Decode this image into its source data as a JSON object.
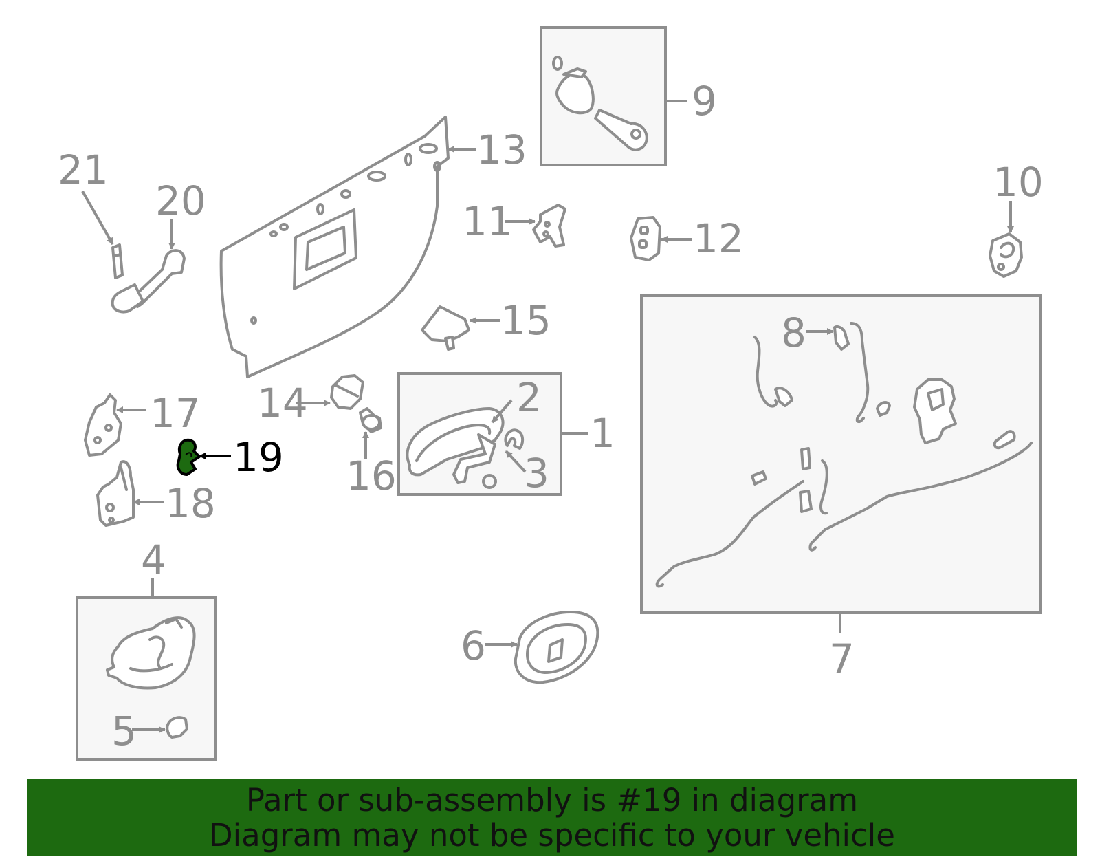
{
  "diagram": {
    "highlighted_part": "19",
    "highlight_color": "#1d6a10",
    "line_color": "#8e8e8e",
    "callouts": {
      "c1": "1",
      "c2": "2",
      "c3": "3",
      "c4": "4",
      "c5": "5",
      "c6": "6",
      "c7": "7",
      "c8": "8",
      "c9": "9",
      "c10": "10",
      "c11": "11",
      "c12": "12",
      "c13": "13",
      "c14": "14",
      "c15": "15",
      "c16": "16",
      "c17": "17",
      "c18": "18",
      "c19": "19",
      "c20": "20",
      "c21": "21"
    }
  },
  "banner": {
    "line1": "Part or sub-assembly is #19 in diagram",
    "line2": "Diagram may not be specific to your vehicle",
    "background": "#1d6a10"
  }
}
